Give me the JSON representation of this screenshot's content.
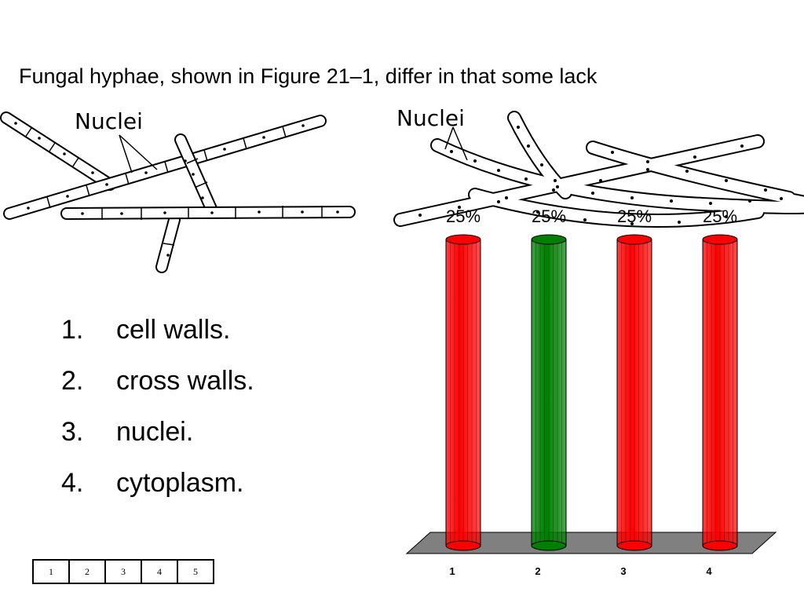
{
  "question": {
    "text": "Fungal hyphae, shown in Figure 21–1, differ in that some lack"
  },
  "figure": {
    "left_label": "Nuclei",
    "right_label": "Nuclei"
  },
  "answers": [
    {
      "num": "1.",
      "text": "cell walls."
    },
    {
      "num": "2.",
      "text": "cross walls."
    },
    {
      "num": "3.",
      "text": "nuclei."
    },
    {
      "num": "4.",
      "text": "cytoplasm."
    }
  ],
  "keypad": [
    "1",
    "2",
    "3",
    "4",
    "5"
  ],
  "colors": {
    "bar_red": "#ff0000",
    "bar_green": "#008000",
    "floor": "#808080"
  },
  "chart_data": {
    "type": "bar",
    "categories": [
      "1",
      "2",
      "3",
      "4"
    ],
    "values": [
      25,
      25,
      25,
      25
    ],
    "value_labels": [
      "25%",
      "25%",
      "25%",
      "25%"
    ],
    "ylim": [
      0,
      25
    ],
    "bar_colors": [
      "#ff0000",
      "#008000",
      "#ff0000",
      "#ff0000"
    ],
    "grid": false
  }
}
